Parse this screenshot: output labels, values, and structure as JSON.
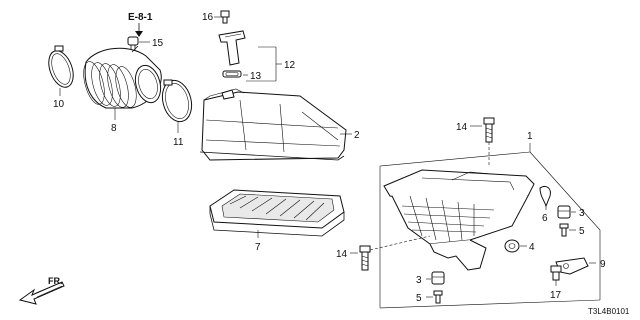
{
  "reference": "E-8-1",
  "diagram_code": "T3L4B0101",
  "direction_label": "FR.",
  "callouts": {
    "c1": "1",
    "c2": "2",
    "c3a": "3",
    "c3b": "3",
    "c4": "4",
    "c5a": "5",
    "c5b": "5",
    "c6": "6",
    "c7": "7",
    "c8": "8",
    "c9": "9",
    "c10": "10",
    "c11": "11",
    "c12": "12",
    "c13": "13",
    "c14a": "14",
    "c14b": "14",
    "c15": "15",
    "c16": "16",
    "c17": "17"
  }
}
